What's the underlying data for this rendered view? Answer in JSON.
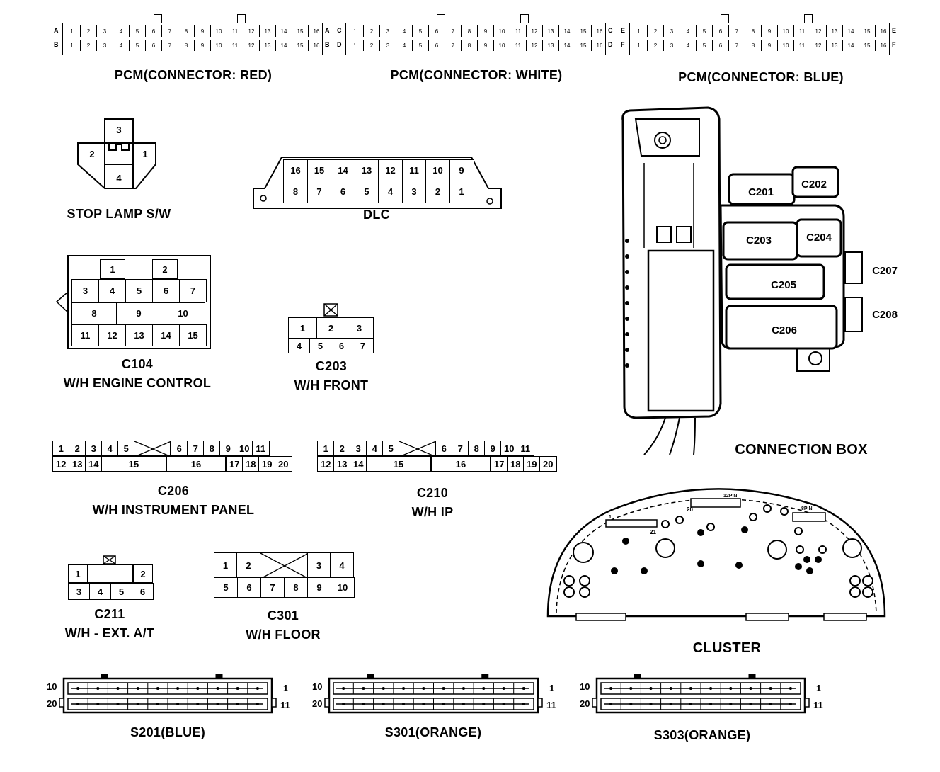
{
  "pcm": [
    {
      "label": "PCM(CONNECTOR: RED)",
      "rows": [
        "A",
        "B"
      ],
      "right_rows": [
        "A",
        "B"
      ],
      "pins": 16
    },
    {
      "label": "PCM(CONNECTOR: WHITE)",
      "rows": [
        "C",
        "D"
      ],
      "right_rows": [
        "C",
        "D"
      ],
      "pins": 16
    },
    {
      "label": "PCM(CONNECTOR: BLUE)",
      "rows": [
        "E",
        "F"
      ],
      "right_rows": [
        "E",
        "F"
      ],
      "pins": 16
    }
  ],
  "stop_lamp": {
    "label": "STOP LAMP S/W",
    "pins": [
      "3",
      "2",
      "1",
      "4"
    ]
  },
  "dlc": {
    "label": "DLC",
    "top": [
      "16",
      "15",
      "14",
      "13",
      "12",
      "11",
      "10",
      "9"
    ],
    "bottom": [
      "8",
      "7",
      "6",
      "5",
      "4",
      "3",
      "2",
      "1"
    ]
  },
  "c104": {
    "label": "C104",
    "sub": "W/H ENGINE CONTROL",
    "row1": [
      "1",
      "2"
    ],
    "row2": [
      "3",
      "4",
      "5",
      "6",
      "7"
    ],
    "row3": [
      "8",
      "9",
      "10"
    ],
    "row4": [
      "11",
      "12",
      "13",
      "14",
      "15"
    ]
  },
  "c203": {
    "label": "C203",
    "sub": "W/H FRONT",
    "row1": [
      "1",
      "2",
      "3"
    ],
    "row2": [
      "4",
      "5",
      "6",
      "7"
    ]
  },
  "c206": {
    "label": "C206",
    "sub": "W/H INSTRUMENT PANEL",
    "top": [
      "1",
      "2",
      "3",
      "4",
      "5",
      "6",
      "7",
      "8",
      "9",
      "10",
      "11"
    ],
    "bottom": [
      "12",
      "13",
      "14",
      "15",
      "16",
      "17",
      "18",
      "19",
      "20"
    ]
  },
  "c210": {
    "label": "C210",
    "sub": "W/H IP",
    "top": [
      "1",
      "2",
      "3",
      "4",
      "5",
      "6",
      "7",
      "8",
      "9",
      "10",
      "11"
    ],
    "bottom": [
      "12",
      "13",
      "14",
      "15",
      "16",
      "17",
      "18",
      "19",
      "20"
    ]
  },
  "c211": {
    "label": "C211",
    "sub": "W/H - EXT. A/T",
    "top": [
      "1",
      "2"
    ],
    "bottom": [
      "3",
      "4",
      "5",
      "6"
    ]
  },
  "c301": {
    "label": "C301",
    "sub": "W/H FLOOR",
    "top": [
      "1",
      "2",
      "3",
      "4"
    ],
    "bottom": [
      "5",
      "6",
      "7",
      "8",
      "9",
      "10"
    ]
  },
  "connection_box": {
    "label": "CONNECTION BOX",
    "connectors": [
      "C201",
      "C202",
      "C203",
      "C204",
      "C205",
      "C206",
      "C207",
      "C208"
    ]
  },
  "cluster": {
    "label": "CLUSTER",
    "marks": [
      "20",
      "21",
      "1",
      "12PIN",
      "8PIN"
    ]
  },
  "splices": [
    {
      "label": "S201(BLUE)",
      "left_top": "10",
      "left_bottom": "20",
      "right_top": "1",
      "right_bottom": "11"
    },
    {
      "label": "S301(ORANGE)",
      "left_top": "10",
      "left_bottom": "20",
      "right_top": "1",
      "right_bottom": "11"
    },
    {
      "label": "S303(ORANGE)",
      "left_top": "10",
      "left_bottom": "20",
      "right_top": "1",
      "right_bottom": "11"
    }
  ]
}
